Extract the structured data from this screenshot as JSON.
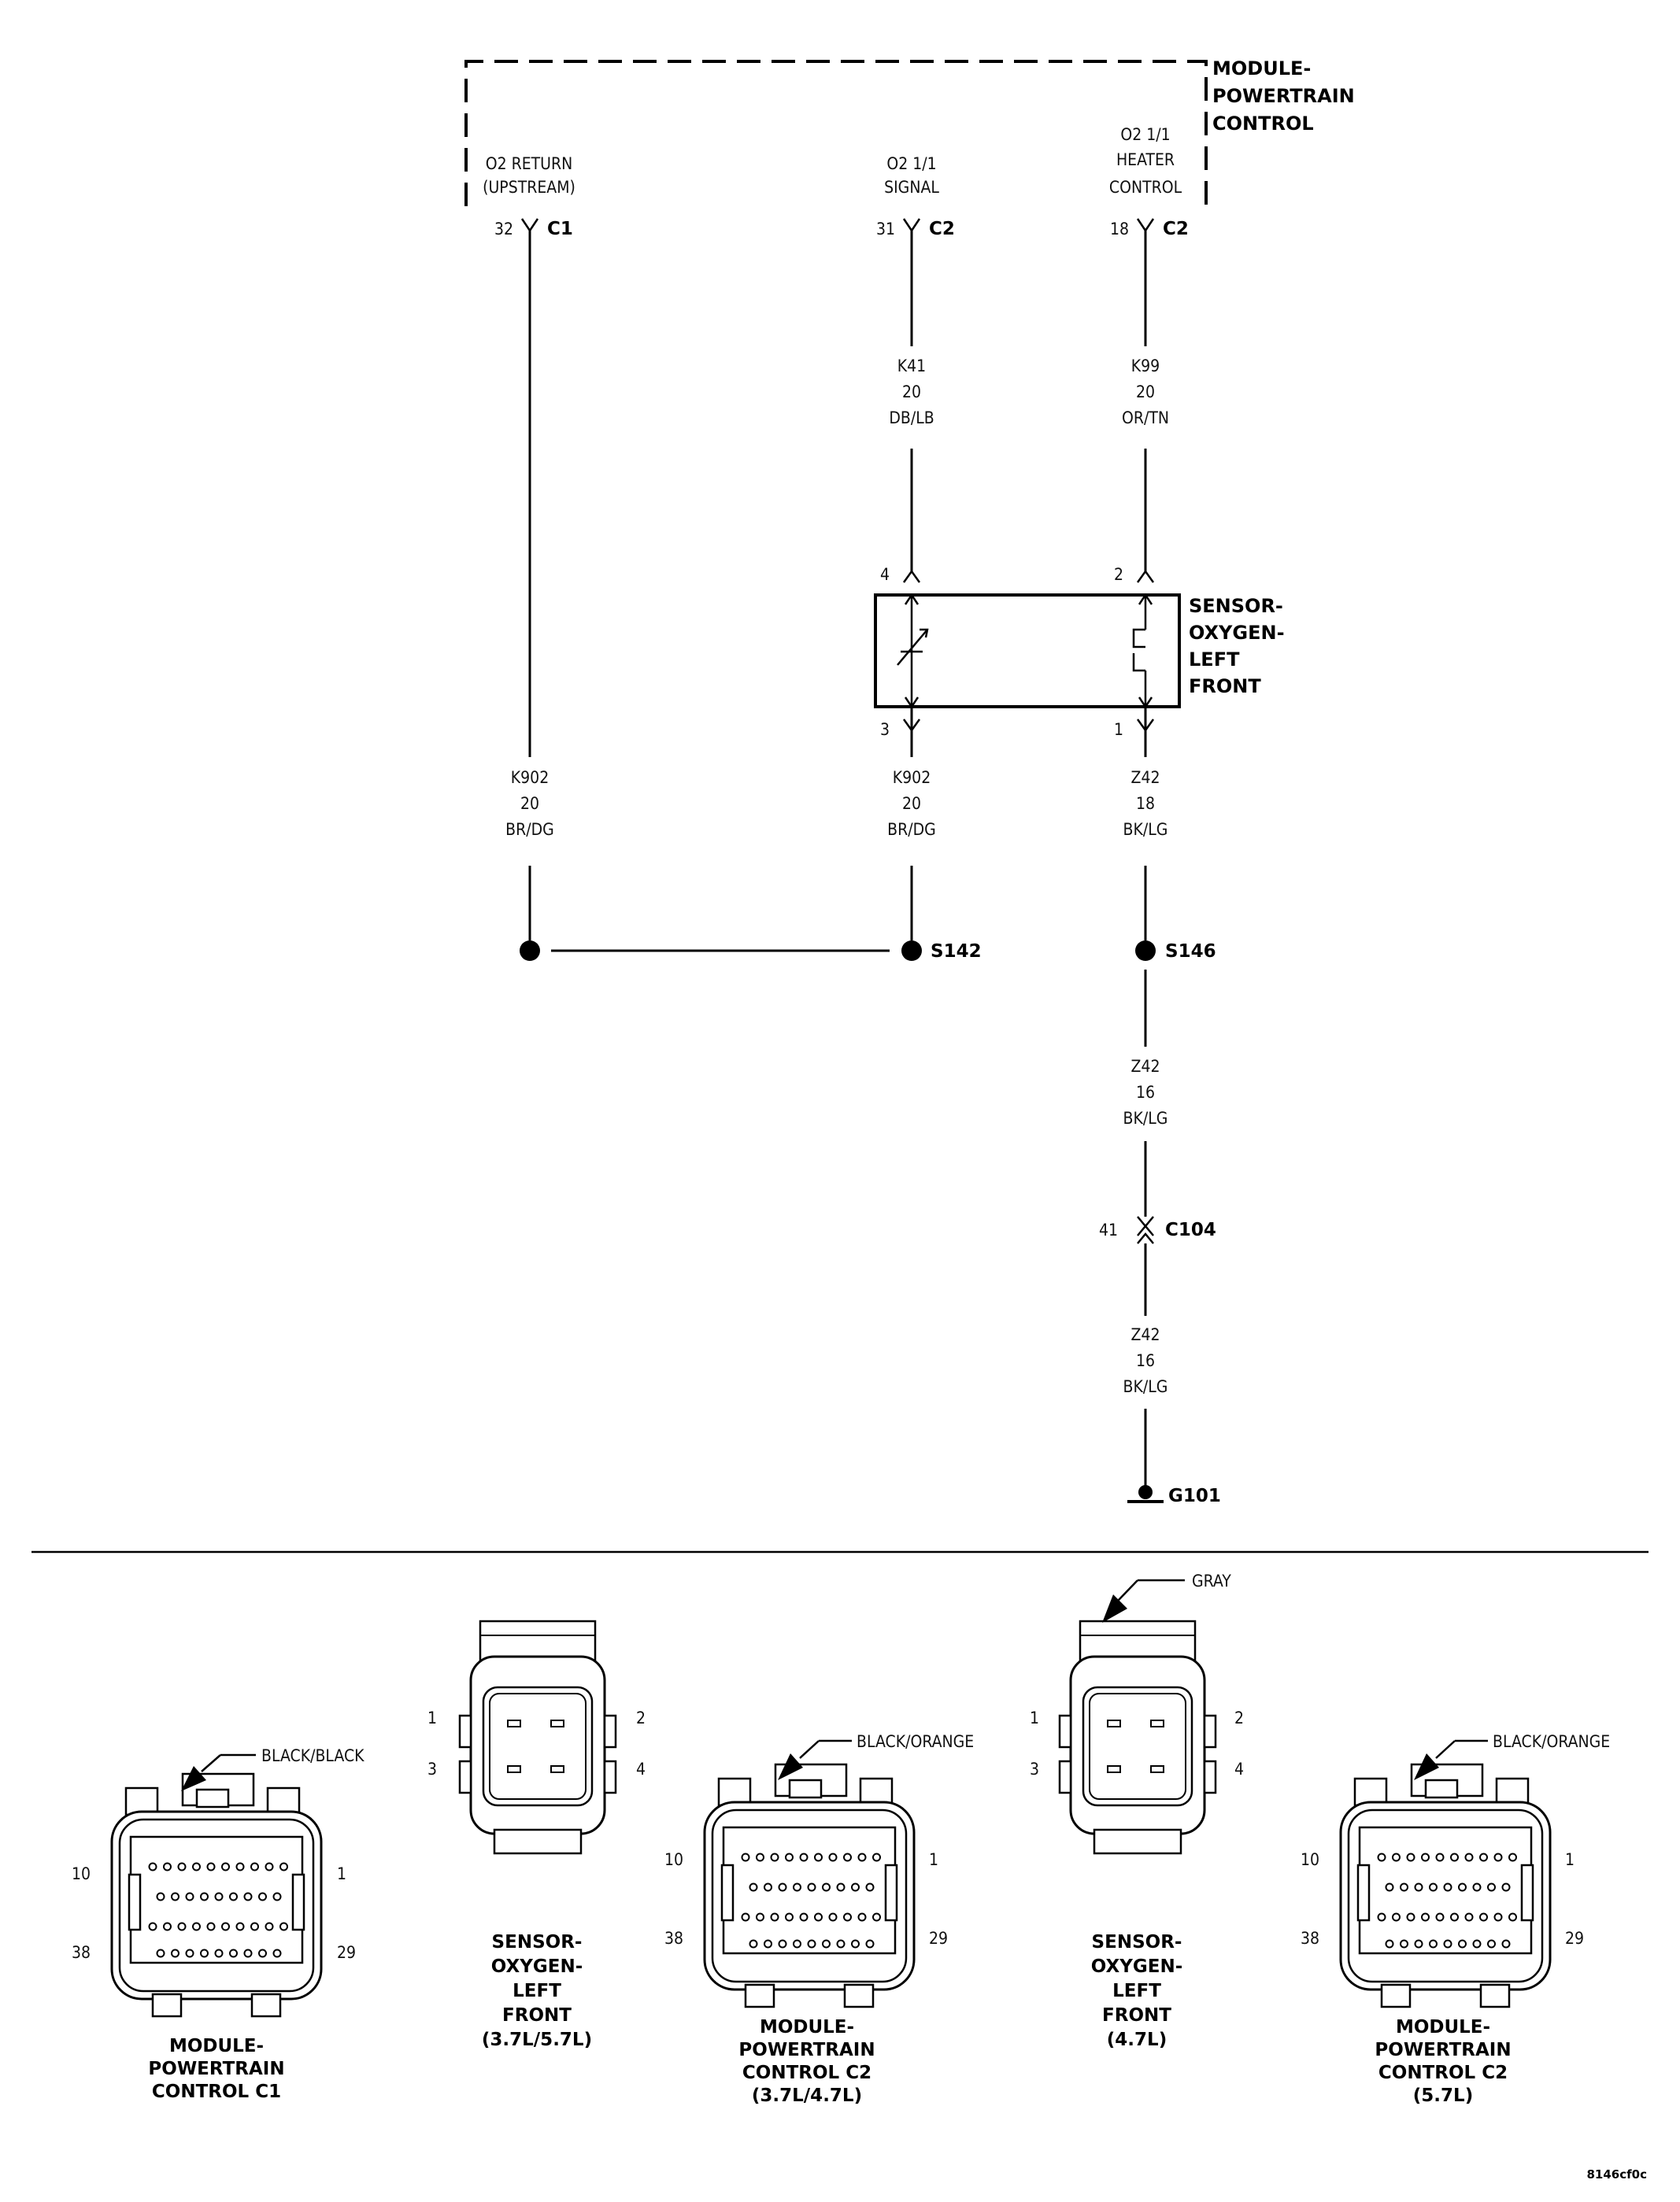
{
  "pcm": {
    "title": [
      "MODULE-",
      "POWERTRAIN",
      "CONTROL"
    ],
    "o2_return": [
      "O2 RETURN",
      "(UPSTREAM)"
    ],
    "o2_signal": [
      "O2 1/1",
      "SIGNAL"
    ],
    "o2_heater": [
      "O2 1/1",
      "HEATER",
      "CONTROL"
    ]
  },
  "pins": {
    "c1_pin": "32",
    "c1": "C1",
    "c2a_pin": "31",
    "c2a": "C2",
    "c2b_pin": "18",
    "c2b": "C2"
  },
  "wires": {
    "k41": [
      "K41",
      "20",
      "DB/LB"
    ],
    "k99": [
      "K99",
      "20",
      "OR/TN"
    ],
    "k902_left": [
      "K902",
      "20",
      "BR/DG"
    ],
    "k902_mid": [
      "K902",
      "20",
      "BR/DG"
    ],
    "z42_a": [
      "Z42",
      "18",
      "BK/LG"
    ],
    "z42_b": [
      "Z42",
      "16",
      "BK/LG"
    ],
    "z42_c": [
      "Z42",
      "16",
      "BK/LG"
    ]
  },
  "sensor": {
    "title": [
      "SENSOR-",
      "OXYGEN-",
      "LEFT",
      "FRONT"
    ],
    "pin4": "4",
    "pin2": "2",
    "pin3": "3",
    "pin1": "1"
  },
  "splices": {
    "s142": "S142",
    "s146": "S146"
  },
  "c104": {
    "pin": "41",
    "label": "C104"
  },
  "ground": "G101",
  "connectors": {
    "pcm_c1": {
      "color": "BLACK/BLACK",
      "title": [
        "MODULE-",
        "POWERTRAIN",
        "CONTROL C1"
      ],
      "p10": "10",
      "p1": "1",
      "p38": "38",
      "p29": "29"
    },
    "sensor_a": {
      "title": [
        "SENSOR-",
        "OXYGEN-",
        "LEFT",
        "FRONT",
        "(3.7L/5.7L)"
      ],
      "p1": "1",
      "p2": "2",
      "p3": "3",
      "p4": "4"
    },
    "pcm_c2_a": {
      "color": "BLACK/ORANGE",
      "title": [
        "MODULE-",
        "POWERTRAIN",
        "CONTROL C2",
        "(3.7L/4.7L)"
      ],
      "p10": "10",
      "p1": "1",
      "p38": "38",
      "p29": "29"
    },
    "sensor_b": {
      "color": "GRAY",
      "title": [
        "SENSOR-",
        "OXYGEN-",
        "LEFT",
        "FRONT",
        "(4.7L)"
      ],
      "p1": "1",
      "p2": "2",
      "p3": "3",
      "p4": "4"
    },
    "pcm_c2_b": {
      "color": "BLACK/ORANGE",
      "title": [
        "MODULE-",
        "POWERTRAIN",
        "CONTROL C2",
        "(5.7L)"
      ],
      "p10": "10",
      "p1": "1",
      "p38": "38",
      "p29": "29"
    }
  },
  "figure_id": "8146cf0c"
}
